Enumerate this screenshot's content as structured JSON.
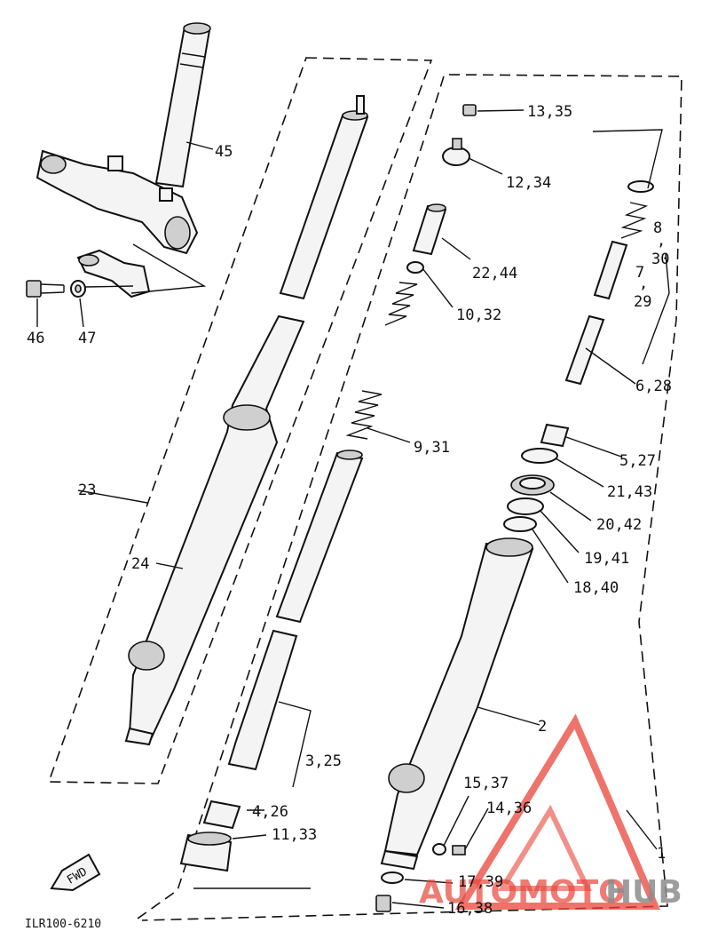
{
  "diagram_code": "ILR100-6210",
  "fwd_label": "FWD",
  "watermark": {
    "part1": "AUTOMOTO",
    "part2": "HUB",
    "color_red": "#e8463a",
    "color_gray": "#8c8c8c"
  },
  "labels": {
    "p45": "45",
    "p46": "46",
    "p47": "47",
    "p23": "23",
    "p24": "24",
    "p13": "13,35",
    "p12": "12,34",
    "p22": "22,44",
    "p10": "10,32",
    "p9": "9,31",
    "p3": "3,25",
    "p4": "4,26",
    "p11": "11,33",
    "p8a": "8",
    "p8b": ",",
    "p8c": "30",
    "p7a": "7",
    "p7b": ",",
    "p7c": "29",
    "p6": "6,28",
    "p5": "5,27",
    "p21": "21,43",
    "p20": "20,42",
    "p19": "19,41",
    "p18": "18,40",
    "p2": "2",
    "p15": "15,37",
    "p14": "14,36",
    "p17": "17,39",
    "p16": "16,38",
    "p1": "1"
  }
}
